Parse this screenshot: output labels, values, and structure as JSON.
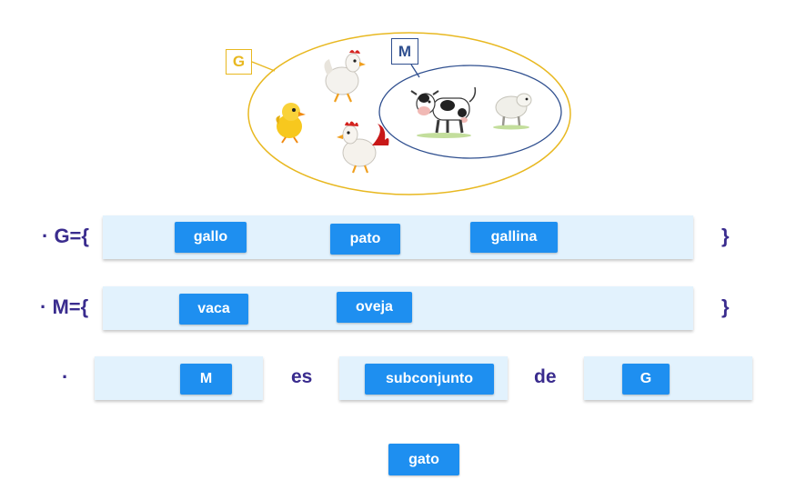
{
  "diagram": {
    "set_g_label": "G",
    "set_m_label": "M",
    "animals_in_g_only": [
      "chick-icon",
      "hen-icon",
      "rooster-icon"
    ],
    "animals_in_m": [
      "cow-icon",
      "sheep-icon"
    ],
    "colors": {
      "set_g": "#e8b820",
      "set_m": "#2f4f8f"
    }
  },
  "rows": {
    "g_prefix": "· G={",
    "m_prefix": "· M={",
    "closing_brace": "}",
    "bullet": "·"
  },
  "g_row_chips": [
    "gallo",
    "pato",
    "gallina"
  ],
  "m_row_chips": [
    "vaca",
    "oveja"
  ],
  "statement": {
    "slot1_chip": "M",
    "connector1": "es",
    "slot2_chip": "subconjunto",
    "connector2": "de",
    "slot3_chip": "G"
  },
  "bank": {
    "chips": [
      "gato"
    ]
  },
  "colors": {
    "chip_bg": "#1e8ff0",
    "zone_bg": "#e2f2fd",
    "text_accent": "#3a2c8e"
  }
}
